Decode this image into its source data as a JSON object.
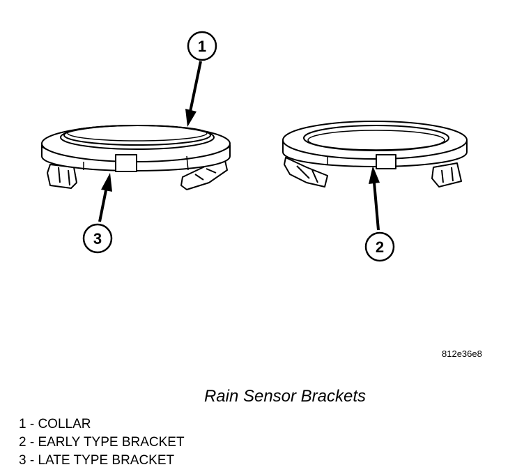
{
  "callouts": [
    {
      "id": "1",
      "label": "1"
    },
    {
      "id": "2",
      "label": "2"
    },
    {
      "id": "3",
      "label": "3"
    }
  ],
  "figure_code": "812e36e8",
  "caption": "Rain Sensor Brackets",
  "legend": [
    {
      "number": "1",
      "text": "1 - COLLAR"
    },
    {
      "number": "2",
      "text": "2 - EARLY TYPE BRACKET"
    },
    {
      "number": "3",
      "text": "3 - LATE TYPE BRACKET"
    }
  ]
}
